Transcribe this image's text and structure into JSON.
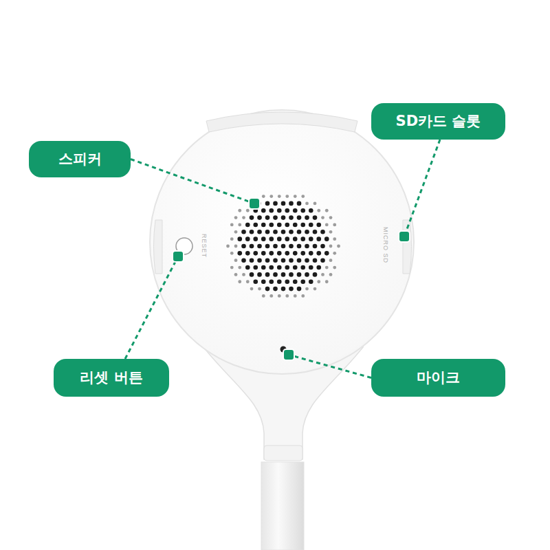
{
  "diagram": {
    "nodes": [
      {
        "text": [
          "스피커"
        ]
      },
      {
        "text": [
          "SD카드 슬롯"
        ]
      },
      {
        "text": [
          "리셋 버튼"
        ]
      },
      {
        "text": [
          "마이크"
        ]
      }
    ],
    "labels": [
      "RESET",
      "MICRO SD"
    ]
  }
}
